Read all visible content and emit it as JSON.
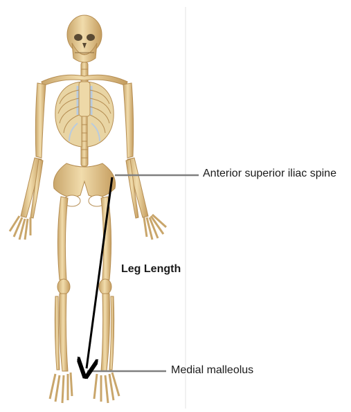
{
  "figure": {
    "labels": {
      "asis": "Anterior superior iliac spine",
      "medial_malleolus": "Medial malleolus",
      "measurement": "Leg Length"
    },
    "colors": {
      "bone": "#e8cf9a",
      "bone_shade": "#c9a66b",
      "bone_outline": "#b58d52",
      "cartilage": "#b8cbe0",
      "pointer_line": "#7f7f7f",
      "arrow": "#000000",
      "divider": "#e3e3e3"
    }
  }
}
